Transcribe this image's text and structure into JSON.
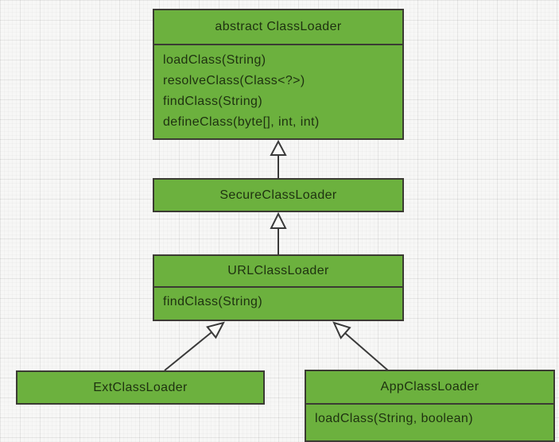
{
  "classes": {
    "classloader": {
      "title": "abstract ClassLoader",
      "methods": [
        "loadClass(String)",
        "resolveClass(Class<?>)",
        "findClass(String)",
        "defineClass(byte[], int, int)"
      ]
    },
    "secureclassloader": {
      "title": "SecureClassLoader",
      "methods": []
    },
    "urlclassloader": {
      "title": "URLClassLoader",
      "methods": [
        "findClass(String)"
      ]
    },
    "extclassloader": {
      "title": "ExtClassLoader",
      "methods": []
    },
    "appclassloader": {
      "title": "AppClassLoader",
      "methods": [
        "loadClass(String, boolean)"
      ]
    }
  },
  "relationships": [
    {
      "from": "SecureClassLoader",
      "to": "abstract ClassLoader",
      "type": "generalization"
    },
    {
      "from": "URLClassLoader",
      "to": "SecureClassLoader",
      "type": "generalization"
    },
    {
      "from": "ExtClassLoader",
      "to": "URLClassLoader",
      "type": "generalization"
    },
    {
      "from": "AppClassLoader",
      "to": "URLClassLoader",
      "type": "generalization"
    }
  ],
  "colors": {
    "box_fill": "#6cb13e",
    "box_border": "#3b3b33",
    "text": "#1e3110",
    "arrow": "#3a3a3a",
    "background": "#f7f7f6"
  }
}
